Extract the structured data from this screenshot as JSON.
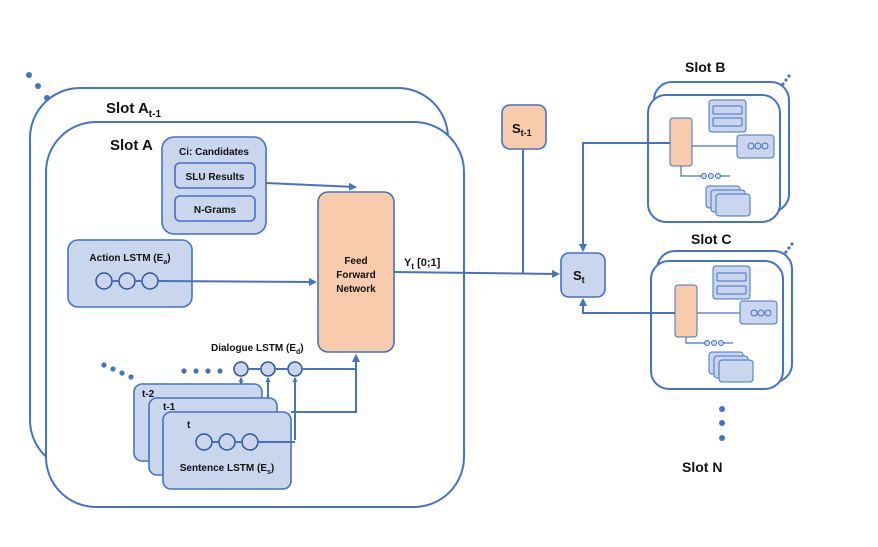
{
  "slot_a_prev_title": {
    "main": "Slot A",
    "sub": "t-1"
  },
  "slot_a_title": "Slot A",
  "candidates": {
    "title": "Ci: Candidates",
    "items": [
      "SLU Results",
      "N-Grams"
    ]
  },
  "action_lstm": {
    "main": "Action LSTM (E",
    "sub": "a",
    "close": ")"
  },
  "feed_forward": [
    "Feed",
    "Forward",
    "Network"
  ],
  "output_label": {
    "main": "Y",
    "sub": "t",
    "rest": " [0;1]"
  },
  "dialogue_lstm": {
    "main": "Dialogue LSTM (E",
    "sub": "d",
    "close": ")"
  },
  "sentence_stack": [
    "t-2",
    "t-1",
    "t"
  ],
  "sentence_lstm": {
    "main": "Sentence LSTM (E",
    "sub": "s",
    "close": ")"
  },
  "state_prev": {
    "main": "S",
    "sub": "t-1"
  },
  "state_curr": {
    "main": "S",
    "sub": "t"
  },
  "slot_b_title": "Slot B",
  "slot_c_title": "Slot C",
  "slot_n_title": "Slot N",
  "colors": {
    "line": "#4472c4",
    "blue_fill": "#c9d6ee",
    "orange_fill": "#f8cbad"
  },
  "icons": [
    "ellipsis-dots",
    "lstm-cell-circle",
    "arrow-head"
  ]
}
